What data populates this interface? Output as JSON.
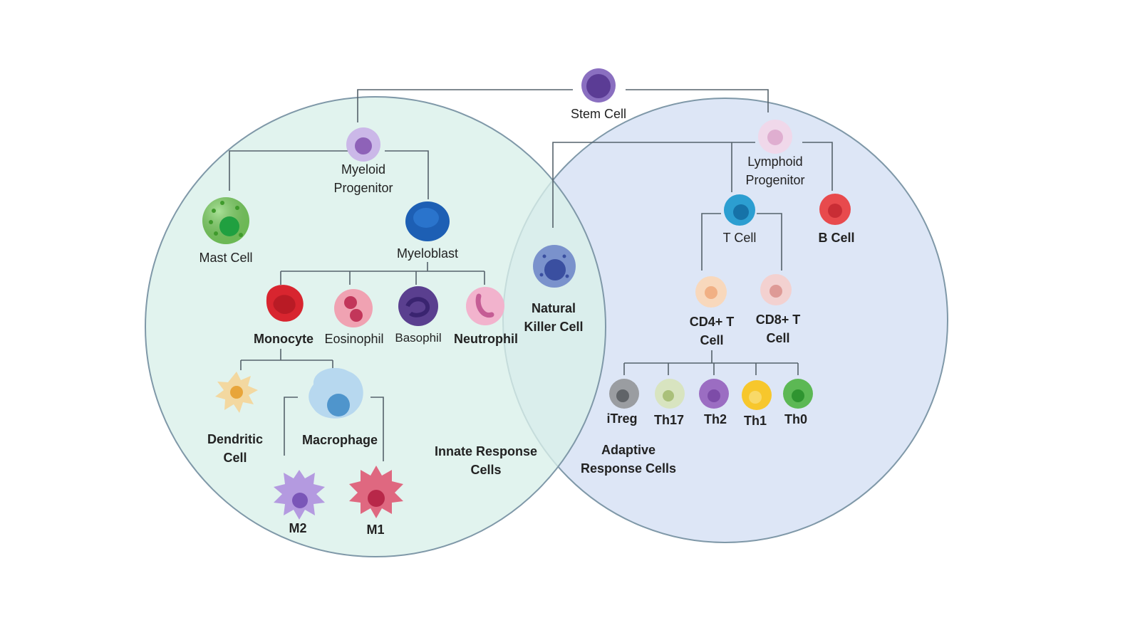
{
  "colors": {
    "innate_fill": "#d9efe9",
    "adaptive_fill": "#dde6f6",
    "circle_stroke": "#7f98a8",
    "connector": "#55626b"
  },
  "sets": {
    "innate": [
      "Innate Response",
      "Cells"
    ],
    "adaptive": [
      "Adaptive",
      "Response Cells"
    ]
  },
  "cells": {
    "stem": "Stem Cell",
    "myeloid_progenitor": [
      "Myeloid",
      "Progenitor"
    ],
    "lymphoid_progenitor": [
      "Lymphoid",
      "Progenitor"
    ],
    "mast": "Mast Cell",
    "myeloblast": "Myeloblast",
    "monocyte": "Monocyte",
    "eosinophil": "Eosinophil",
    "basophil": "Basophil",
    "neutrophil": "Neutrophil",
    "dendritic": [
      "Dendritic",
      "Cell"
    ],
    "macrophage": "Macrophage",
    "m2": "M2",
    "m1": "M1",
    "nk": [
      "Natural",
      "Killer Cell"
    ],
    "t_cell": "T Cell",
    "b_cell": "B Cell",
    "cd4": [
      "CD4+ T",
      "Cell"
    ],
    "cd8": [
      "CD8+ T",
      "Cell"
    ],
    "itreg": "iTreg",
    "th17": "Th17",
    "th2": "Th2",
    "th1": "Th1",
    "th0": "Th0"
  },
  "cell_colors": {
    "stem": "#5b3c95",
    "myeloid": "#b49ad8",
    "lymphoid": "#ecd0e4",
    "mast": "#5cc248",
    "myeloblast": "#1d5fb4",
    "monocyte": "#d8252f",
    "eosinophil": "#ea8b9c",
    "basophil": "#5a3f8f",
    "neutrophil": "#ec9fc0",
    "dendritic": "#f1d59a",
    "macrophage": "#a9cde8",
    "m2": "#a98fd8",
    "m1": "#d8546c",
    "nk": "#6f88c6",
    "t_cell": "#2c9ed1",
    "b_cell": "#e84a4d",
    "cd4": "#f8d6b8",
    "cd8": "#f1c9c9",
    "itreg": "#909499",
    "th17": "#d2dfb7",
    "th2": "#9b6dc2",
    "th1": "#f7c72c",
    "th0": "#5cb854"
  }
}
